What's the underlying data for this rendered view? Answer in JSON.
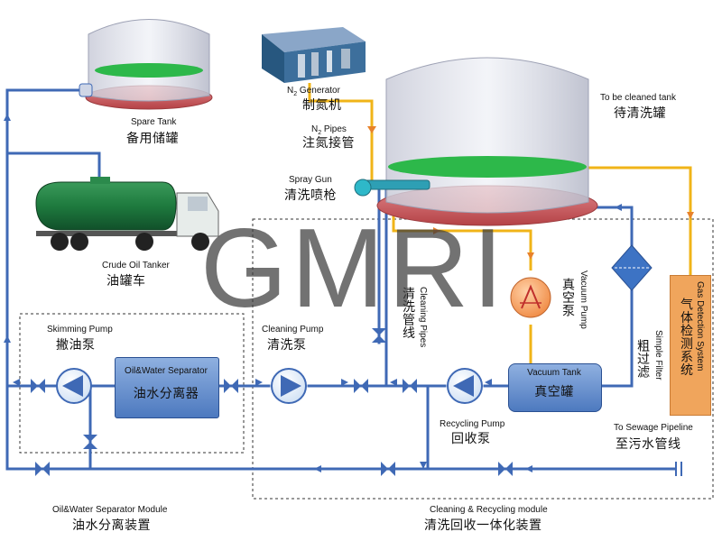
{
  "watermark": "GMRI",
  "labels": {
    "spare_tank_en": "Spare Tank",
    "spare_tank_zh": "备用储罐",
    "n2_generator_prefix": "N",
    "n2_generator_sub": "2",
    "n2_generator_suffix": " Generator",
    "n2_generator_zh": "制氮机",
    "n2_pipes_prefix": "N",
    "n2_pipes_sub": "2",
    "n2_pipes_suffix": " Pipes",
    "n2_pipes_zh": "注氮接管",
    "clean_tank_en": "To be cleaned tank",
    "clean_tank_zh": "待清洗罐",
    "spray_gun_en": "Spray Gun",
    "spray_gun_zh": "清洗喷枪",
    "crude_tanker_en": "Crude Oil Tanker",
    "crude_tanker_zh": "油罐车",
    "skimming_pump_en": "Skimming Pump",
    "skimming_pump_zh": "撇油泵",
    "ows_box_en": "Oil&Water Separator",
    "ows_box_zh": "油水分离器",
    "cleaning_pump_en": "Cleaning Pump",
    "cleaning_pump_zh": "清洗泵",
    "cleaning_pipes_en": "Cleaning Pipes",
    "cleaning_pipes_zh": "清洗管线",
    "vacuum_pump_en": "Vacuum Pump",
    "vacuum_pump_zh": "真空泵",
    "vacuum_tank_en": "Vacuum Tank",
    "vacuum_tank_zh": "真空罐",
    "simple_filter_en": "Simple Filter",
    "simple_filter_zh": "粗过滤",
    "gas_detection_en": "Gas Detection System",
    "gas_detection_zh": "气体检测系统",
    "recycling_pump_en": "Recycling Pump",
    "recycling_pump_zh": "回收泵",
    "sewage_en": "To Sewage Pipeline",
    "sewage_zh": "至污水管线",
    "ows_module_en": "Oil&Water Separator Module",
    "ows_module_zh": "油水分离装置",
    "cr_module_en": "Cleaning & Recycling module",
    "cr_module_zh": "清洗回收一体化装置"
  },
  "colors": {
    "pipe_blue": "#3f69b5",
    "n2_pipe_yellow": "#f0b418",
    "arrow_orange": "#e8822a",
    "oil_green": "#2db84a",
    "tank_base_red": "#c95558",
    "tanker_green": "#1e7a3e",
    "filter_blue": "#3d73c4",
    "gas_box_orange": "#f0a55c",
    "vacuum_pump_orange": "#f29a5c"
  }
}
